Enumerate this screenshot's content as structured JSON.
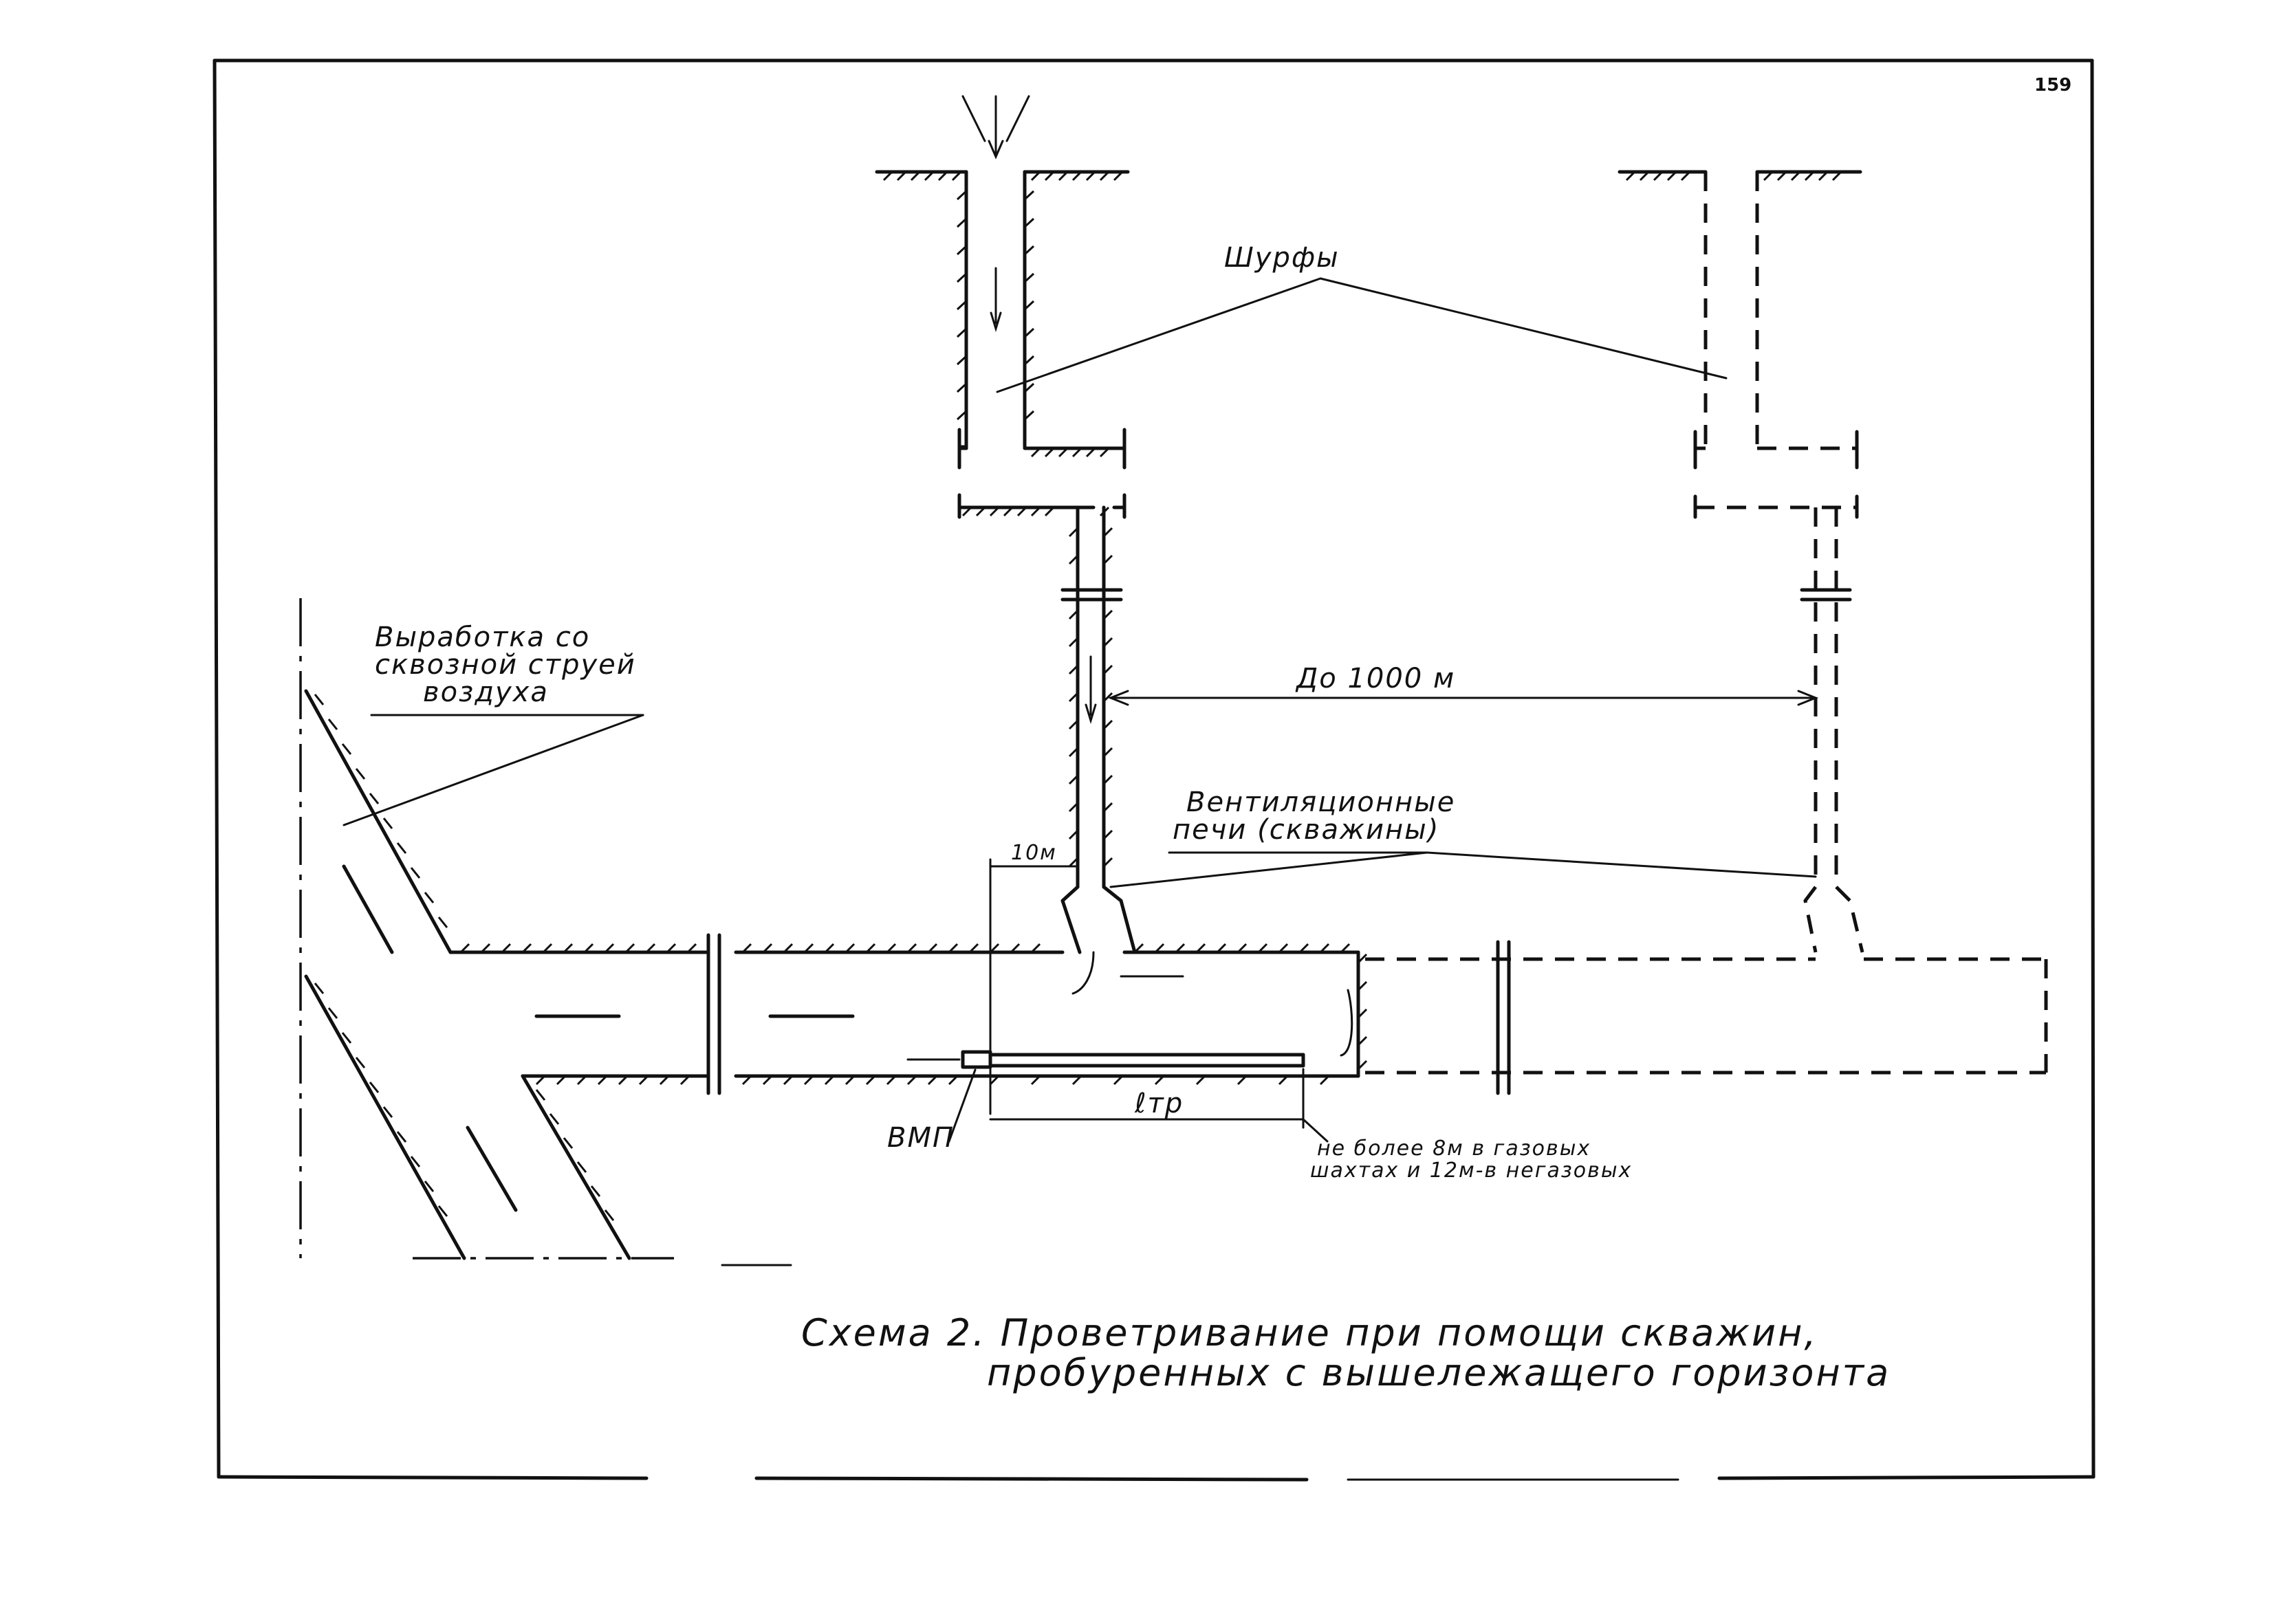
{
  "page_number": "159",
  "labels": {
    "shurfy": "Шурфы",
    "vyrabotka_line1": "Выработка со",
    "vyrabotka_line2": "сквозной струей",
    "vyrabotka_line3": "воздуха",
    "distance": "До 1000 м",
    "pechi_line1": "Вентиляционные",
    "pechi_line2": "печи (скважины)",
    "ten_m": "10м",
    "vmp": "ВМП",
    "l_tr": "ℓтр",
    "note_line1": "не более 8м в газовых",
    "note_line2": "шахтах и 12м-в негазовых"
  },
  "caption": {
    "line1": "Схема 2. Проветривание при помощи скважин,",
    "line2": "пробуренных с вышележащего горизонта"
  }
}
